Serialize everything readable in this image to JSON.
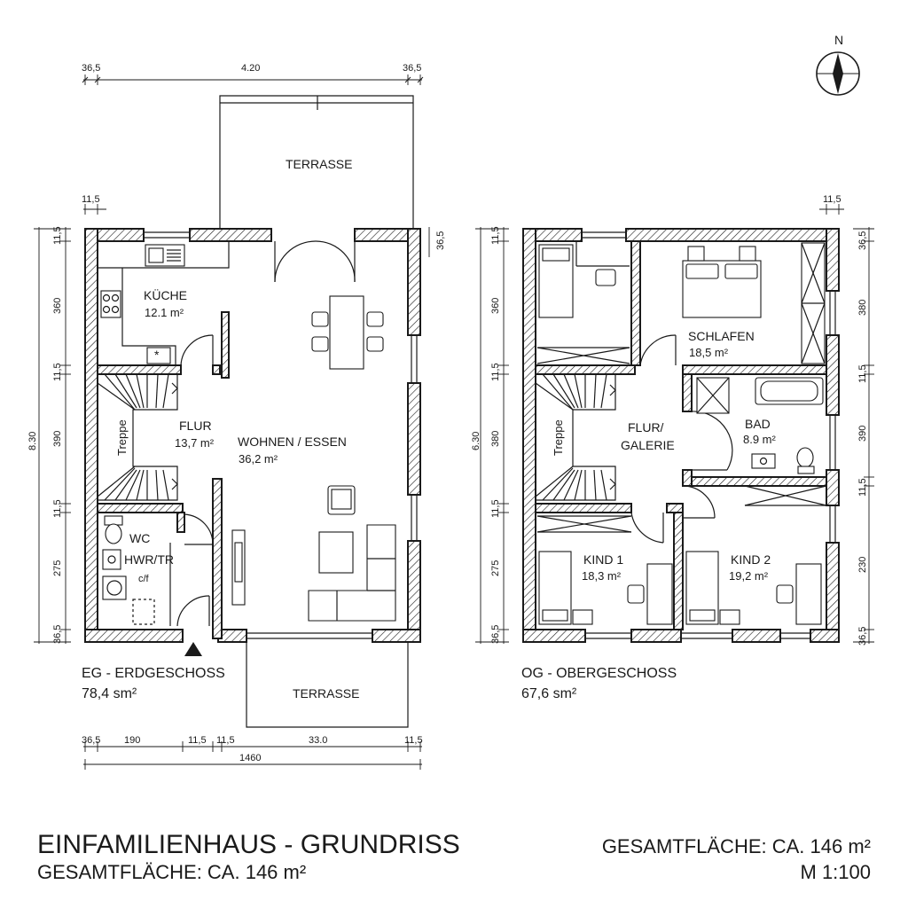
{
  "compass": {
    "north_label": "N",
    "icon": "north-arrow-icon"
  },
  "eg": {
    "floor_label": "EG - ERDGESCHOSS",
    "floor_area": "78,4 sm²",
    "terrace_top": "TERRASSE",
    "terrace_bottom": "TERRASSE",
    "rooms": {
      "kueche": {
        "name": "KÜCHE",
        "area": "12.1 m²"
      },
      "flur": {
        "name": "FLUR",
        "area": "13,7 m²"
      },
      "wohnen": {
        "name": "WOHNEN / ESSEN",
        "area": "36,2 m²"
      },
      "wc": {
        "name": "WC"
      },
      "hwr": {
        "name": "HWR/TR"
      },
      "hwr_note": "c/f",
      "treppe": "Treppe"
    },
    "dims_top": [
      "36,5",
      "4.20",
      "36,5"
    ],
    "dim_left_top": "11,5",
    "dim_right_top": "36,5",
    "dims_left": [
      "11,5",
      "360",
      "11,5",
      "390",
      "11,5",
      "275",
      "36,5"
    ],
    "dim_left_total": "8.30",
    "dims_bottom": [
      "36,5",
      "190",
      "11,5",
      "11,5",
      "33.0",
      "11,5"
    ],
    "dim_bottom_total": "1460"
  },
  "og": {
    "floor_label": "OG - OBERGESCHOSS",
    "floor_area": "67,6 sm²",
    "rooms": {
      "schlafen": {
        "name": "SCHLAFEN",
        "area": "18,5 m²"
      },
      "flur": {
        "name_line1": "FLUR/",
        "name_line2": "GALERIE"
      },
      "bad": {
        "name": "BAD",
        "area": "8.9 m²"
      },
      "kind1": {
        "name": "KIND 1",
        "area": "18,3 m²"
      },
      "kind2": {
        "name": "KIND 2",
        "area": "19,2 m²"
      },
      "treppe": "Treppe"
    },
    "dim_top_right": "11,5",
    "dims_left": [
      "11,5",
      "360",
      "11,5",
      "380",
      "11,5",
      "275",
      "36,5"
    ],
    "dim_left_total": "6.30",
    "dims_right": [
      "36,5",
      "380",
      "11,5",
      "390",
      "11,5",
      "230",
      "36,5"
    ]
  },
  "footer": {
    "title": "EINFAMILIENHAUS - GRUNDRISS",
    "subtitle": "GESAMTFLÄCHE: CA. 146 m²",
    "total_right": "GESAMTFLÄCHE: CA. 146 m²",
    "scale": "M 1:100"
  }
}
